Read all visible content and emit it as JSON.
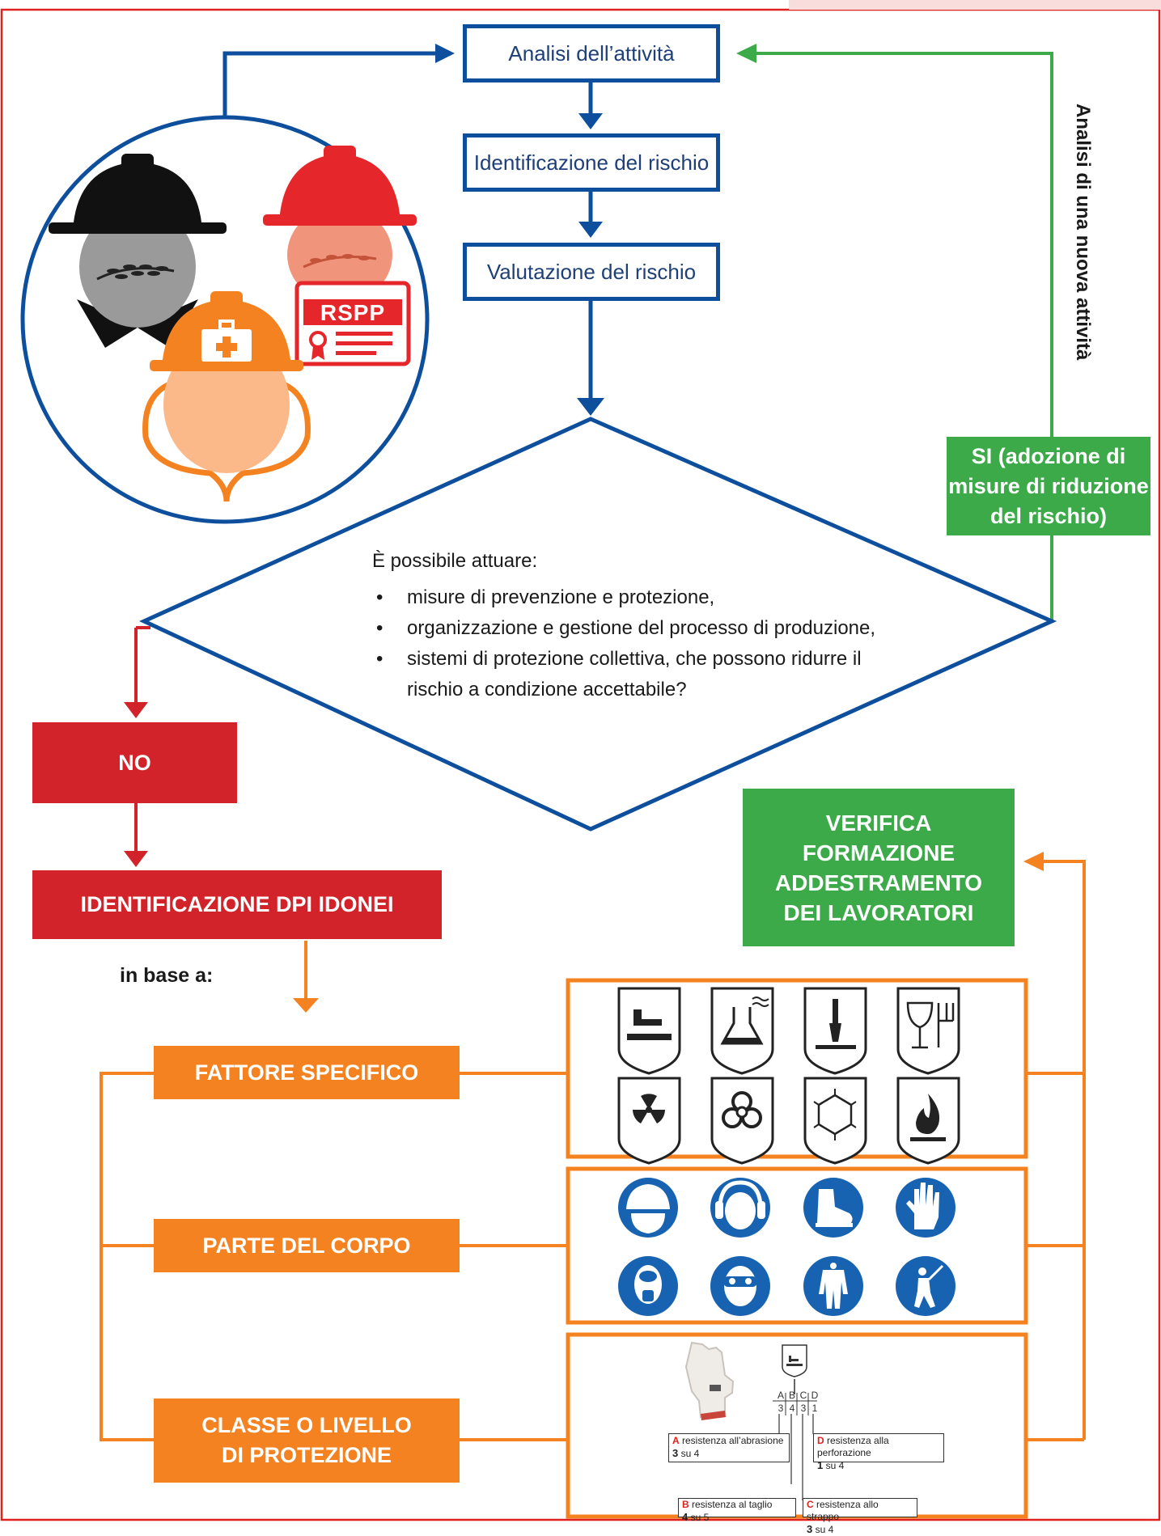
{
  "flow": {
    "step1": "Analisi dell’attività",
    "step2": "Identificazione del rischio",
    "step3": "Valutazione del rischio",
    "decision_intro": "È possibile attuare:",
    "decision_items": [
      "misure di prevenzione e protezione,",
      "organizzazione e gestione del processo di produzione,",
      "sistemi di protezione collettiva, che possono ridurre il",
      "rischio a condizione accettabile?"
    ],
    "side_label": "Analisi di una nuova attività",
    "yes_label": [
      "SI (adozione di",
      "misure di riduzione",
      "del rischio)"
    ],
    "no_label": "NO",
    "identify_label": "IDENTIFICAZIONE DPI IDONEI",
    "based_on": "in base a:",
    "criteria": {
      "factor": "FATTORE SPECIFICO",
      "body": "PARTE DEL CORPO",
      "class": [
        "CLASSE O LIVELLO",
        "DI PROTEZIONE"
      ]
    },
    "verify_label": [
      "VERIFICA",
      "FORMAZIONE",
      "ADDESTRAMENTO",
      "DEI LAVORATORI"
    ]
  },
  "roles": {
    "rspp_badge": "RSPP"
  },
  "rating": {
    "letters": [
      "A",
      "B",
      "C",
      "D"
    ],
    "values": [
      "3",
      "4",
      "3",
      "1"
    ],
    "legend": [
      {
        "letter": "A",
        "text": "resistenza all’abrasione",
        "value": "3",
        "scale": "su 4"
      },
      {
        "letter": "D",
        "text": "resistenza alla perforazione",
        "value": "1",
        "scale": "su 4"
      },
      {
        "letter": "B",
        "text": "resistenza al taglio",
        "value": "4",
        "scale": "su 5"
      },
      {
        "letter": "C",
        "text": "resistenza allo strappo",
        "value": "3",
        "scale": "su 4"
      }
    ]
  },
  "icons": {
    "hazards": [
      "mechanical-hazard-icon",
      "chemical-hazard-icon",
      "cut-hazard-icon",
      "food-contact-icon",
      "radiation-hazard-icon",
      "biohazard-icon",
      "cold-hazard-icon",
      "flame-hazard-icon"
    ],
    "body_parts": [
      "head-protection-icon",
      "hearing-protection-icon",
      "foot-protection-icon",
      "hand-protection-icon",
      "respiratory-protection-icon",
      "eye-protection-icon",
      "body-protection-icon",
      "fall-protection-icon"
    ]
  },
  "colors": {
    "blue": "#0d4f9c",
    "green": "#3daa4a",
    "red": "#d2232a",
    "orange": "#f58220",
    "frame": "#e0221e"
  }
}
